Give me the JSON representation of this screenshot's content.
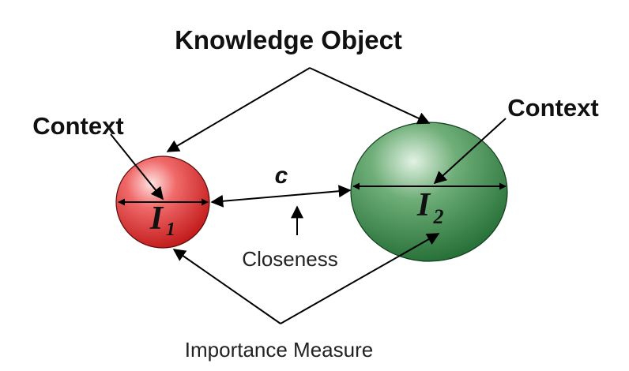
{
  "labels": {
    "knowledge_object": "Knowledge Object",
    "context_left": "Context",
    "context_right": "Context",
    "closeness_symbol": "c",
    "closeness": "Closeness",
    "importance_measure": "Importance Measure",
    "i1_letter": "I",
    "i1_subscript": "1",
    "i2_letter": "I",
    "i2_subscript": "2"
  },
  "colors": {
    "node_left": "#e23b3b",
    "node_right": "#2f7a3e",
    "lines": "#000000"
  }
}
